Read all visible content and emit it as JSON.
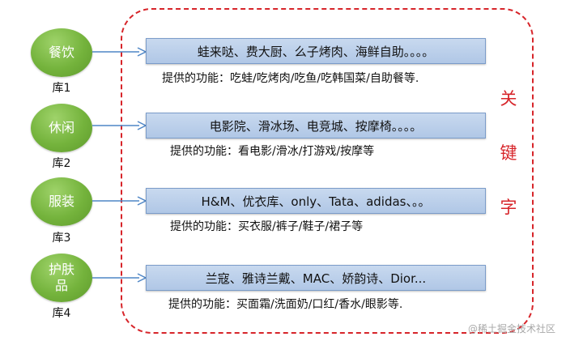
{
  "groups": [
    {
      "name": "餐饮",
      "library": "库1",
      "items": "蛙来哒、费大厨、么子烤肉、海鲜自助。。。。",
      "functions": "提供的功能：吃蛙/吃烤肉/吃鱼/吃韩国菜/自助餐等."
    },
    {
      "name": "休闲",
      "library": "库2",
      "items": "电影院、滑冰场、电竞城、按摩椅。。。。",
      "functions": "提供的功能：看电影/滑冰/打游戏/按摩等"
    },
    {
      "name": "服装",
      "library": "库3",
      "items": "H&M、优衣库、only、Tata、adidas、。。",
      "functions": "提供的功能：买衣服/裤子/鞋子/裙子等"
    },
    {
      "name": "护肤品",
      "library": "库4",
      "items": "兰寇、雅诗兰戴、MAC、娇韵诗、Dior...",
      "functions": "提供的功能：买面霜/洗面奶/口红/香水/眼影等."
    }
  ],
  "keyword_chars": [
    "关",
    "键",
    "字"
  ],
  "watermark": "@稀土掘金技术社区",
  "colors": {
    "circle_green": "#74b33c",
    "bar_blue": "#b8cde9",
    "bar_border": "#7b9cc9",
    "arrow_blue": "#4f86c6",
    "dashed_red": "#d7252a"
  }
}
